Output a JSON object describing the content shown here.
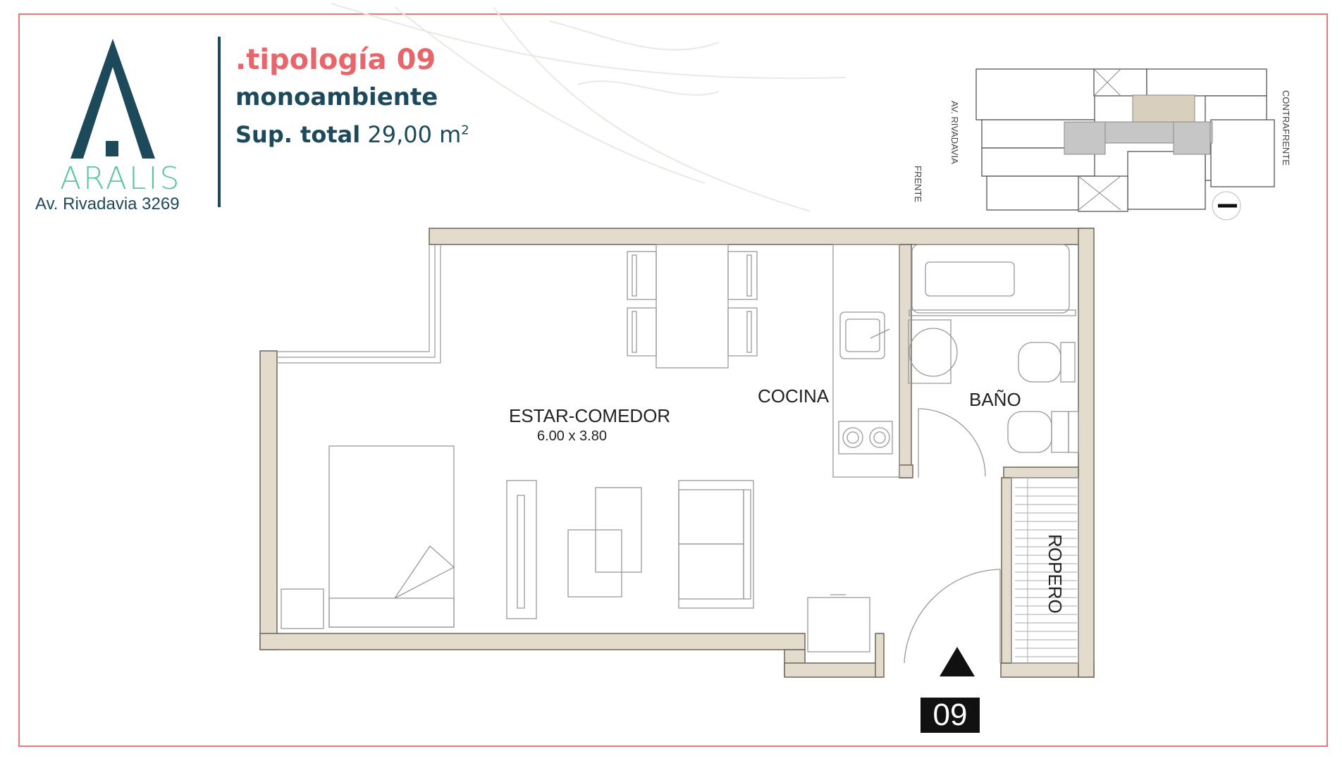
{
  "brand": {
    "name": "ARALIS",
    "address": "Av. Rivadavia 3269"
  },
  "header": {
    "typology": ".tipología 09",
    "kind": "monoambiente",
    "surface_label": "Sup. total",
    "surface_value": "29,00 m",
    "surface_unit_exp": "2"
  },
  "rooms": {
    "living": "ESTAR-COMEDOR",
    "living_dims": "6.00 x 3.80",
    "kitchen": "COCINA",
    "bath": "BAÑO",
    "closet": "ROPERO"
  },
  "key_plan": {
    "front_line1": "FRENTE",
    "front_line2": "AV. RIVADAVIA",
    "back": "CONTRAFRENTE"
  },
  "unit_number": "09",
  "colors": {
    "accent": "#e8656a",
    "brand_dark": "#1d4a5b",
    "brand_green": "#5cc4a6",
    "wall_fill": "#e3dccd",
    "wall_stroke": "#6b665c",
    "frame": "#e8777b"
  }
}
